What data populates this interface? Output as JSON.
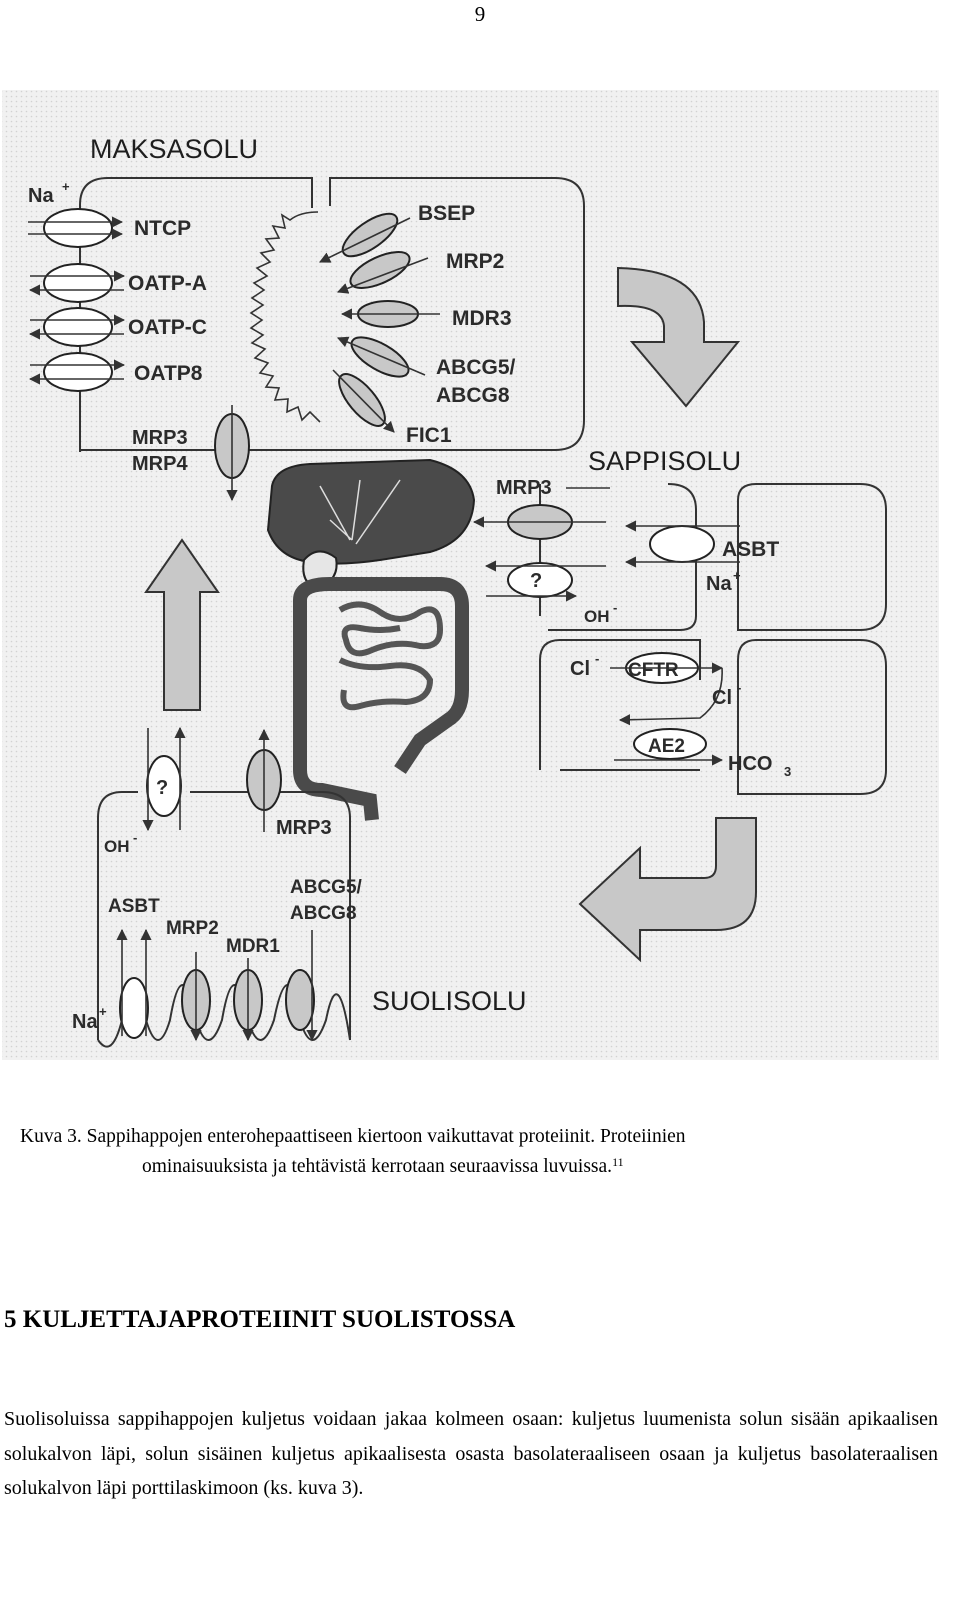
{
  "page_number": "9",
  "figure": {
    "labels": {
      "maksasolu": "MAKSASOLU",
      "sappisolu": "SAPPISOLU",
      "suolisolu": "SUOLISOLU",
      "na_top": "Na",
      "ntcp": "NTCP",
      "oatp_a": "OATP-A",
      "oatp_c": "OATP-C",
      "oatp8": "OATP8",
      "mrp3_left": "MRP3",
      "mrp4_left": "MRP4",
      "bsep": "BSEP",
      "mrp2_top": "MRP2",
      "mdr3": "MDR3",
      "abcg5_top": "ABCG5/",
      "abcg8_top": "ABCG8",
      "fic1": "FIC1",
      "mrp3_chol": "MRP3",
      "q_chol": "?",
      "oh_chol": "OH",
      "asbt_chol": "ASBT",
      "na_chol": "Na",
      "cl1": "Cl",
      "cftr": "CFTR",
      "cl2": "Cl",
      "ae2": "AE2",
      "hco3": "HCO",
      "hco3_sub": "3",
      "q_int": "?",
      "oh_int": "OH",
      "mrp3_int": "MRP3",
      "asbt_int": "ASBT",
      "mrp2_int": "MRP2",
      "mdr1": "MDR1",
      "abcg5_int": "ABCG5/",
      "abcg8_int": "ABCG8",
      "na_int": "Na"
    }
  },
  "caption": {
    "line1": "Kuva 3. Sappihappojen enterohepaattiseen kiertoon vaikuttavat proteiinit. Proteiinien",
    "line2": "ominaisuuksista ja tehtävistä kerrotaan seuraavissa luvuissa.",
    "ref": "11"
  },
  "heading": "5 KULJETTAJAPROTEIINIT SUOLISTOSSA",
  "body": "Suolisoluissa sappihappojen kuljetus voidaan jakaa kolmeen osaan: kuljetus luumenista solun sisään apikaalisen solukalvon läpi, solun sisäinen kuljetus apikaalisesta osasta basolateraaliseen osaan ja kuljetus basolateraalisen solukalvon läpi porttilaskimoon (ks. kuva 3)."
}
